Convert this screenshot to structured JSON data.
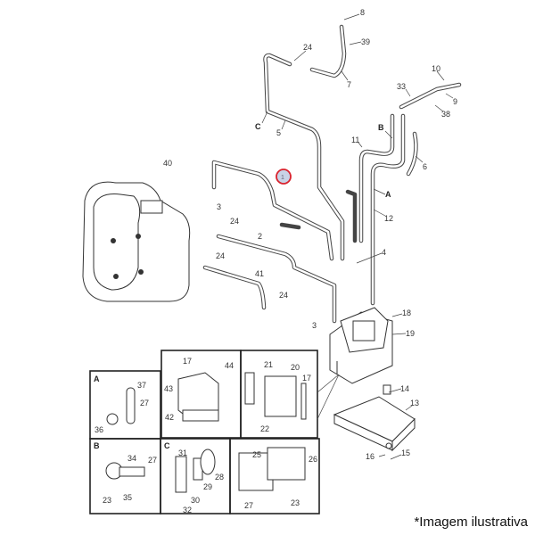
{
  "diagram": {
    "title": "Fuel / AdBlue line assembly exploded view",
    "callouts": [
      "8",
      "39",
      "24",
      "7",
      "10",
      "33",
      "9",
      "38",
      "C",
      "5",
      "B",
      "11",
      "6",
      "1",
      "40",
      "A",
      "12",
      "3",
      "24",
      "2",
      "4",
      "24",
      "41",
      "24",
      "3",
      "18",
      "19",
      "14",
      "13",
      "16",
      "15"
    ],
    "inset_a": {
      "letter": "A",
      "labels": [
        "37",
        "27",
        "36"
      ]
    },
    "inset_box1": {
      "labels": [
        "17",
        "44",
        "43",
        "42"
      ]
    },
    "inset_box2": {
      "labels": [
        "21",
        "20",
        "17",
        "22"
      ]
    },
    "inset_b": {
      "letter": "B",
      "labels": [
        "34",
        "27",
        "23",
        "35"
      ]
    },
    "inset_c": {
      "letter": "C",
      "labels": [
        "31",
        "28",
        "29",
        "30",
        "32"
      ]
    },
    "inset_box3": {
      "labels": [
        "25",
        "26",
        "27",
        "23"
      ]
    },
    "highlight_color": "#d9232e"
  },
  "caption": "*Imagem ilustrativa"
}
